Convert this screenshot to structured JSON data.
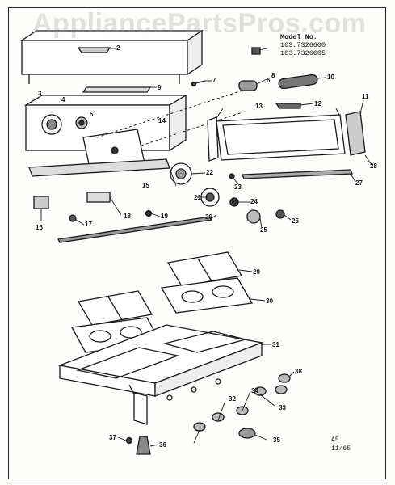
{
  "watermark": "AppliancePartsPros.com",
  "model_box": {
    "header": "Model No.",
    "models": [
      "103.7326600",
      "103.7326605"
    ]
  },
  "revision": {
    "code": "A5",
    "date": "11/65"
  },
  "part_numbers": [
    "2",
    "3",
    "4",
    "5",
    "6",
    "7",
    "8",
    "9",
    "10",
    "11",
    "12",
    "13",
    "14",
    "15",
    "16",
    "17",
    "18",
    "19",
    "20",
    "21",
    "22",
    "23",
    "24",
    "25",
    "26",
    "27",
    "28",
    "29",
    "30",
    "31",
    "32",
    "33",
    "34",
    "35",
    "36",
    "37",
    "38"
  ]
}
